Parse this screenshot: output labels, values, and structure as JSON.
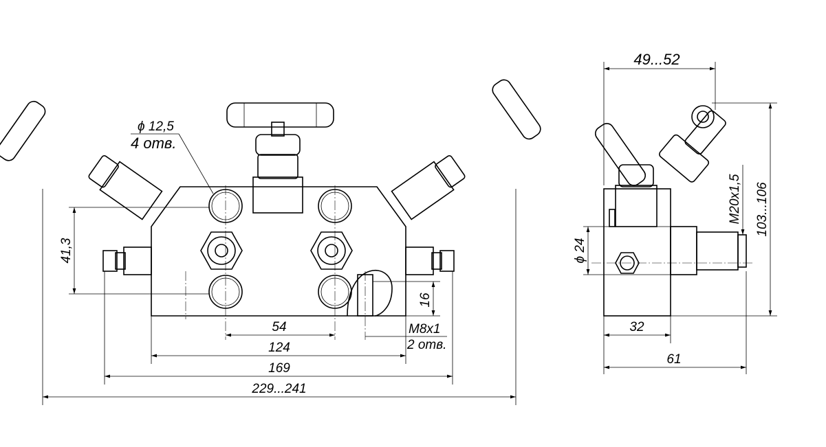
{
  "drawing": {
    "front_view": {
      "hole_diameter": "ϕ 12,5",
      "hole_count": "4 отв.",
      "dim_hole_spacing_vertical": "41,3",
      "dim_hole_spacing_horizontal": "54",
      "dim_mount_spacing": "124",
      "dim_body_with_fittings": "169",
      "dim_overall_width": "229...241",
      "dim_thread_depth": "16",
      "thread": "M8x1",
      "thread_count": "2 отв."
    },
    "side_view": {
      "dim_handle_offset": "49...52",
      "dim_overall_height": "103...106",
      "thread_connection": "M20x1,5",
      "dim_port_diameter": "ϕ 24",
      "dim_port_offset": "32",
      "dim_overall_depth": "61"
    }
  }
}
